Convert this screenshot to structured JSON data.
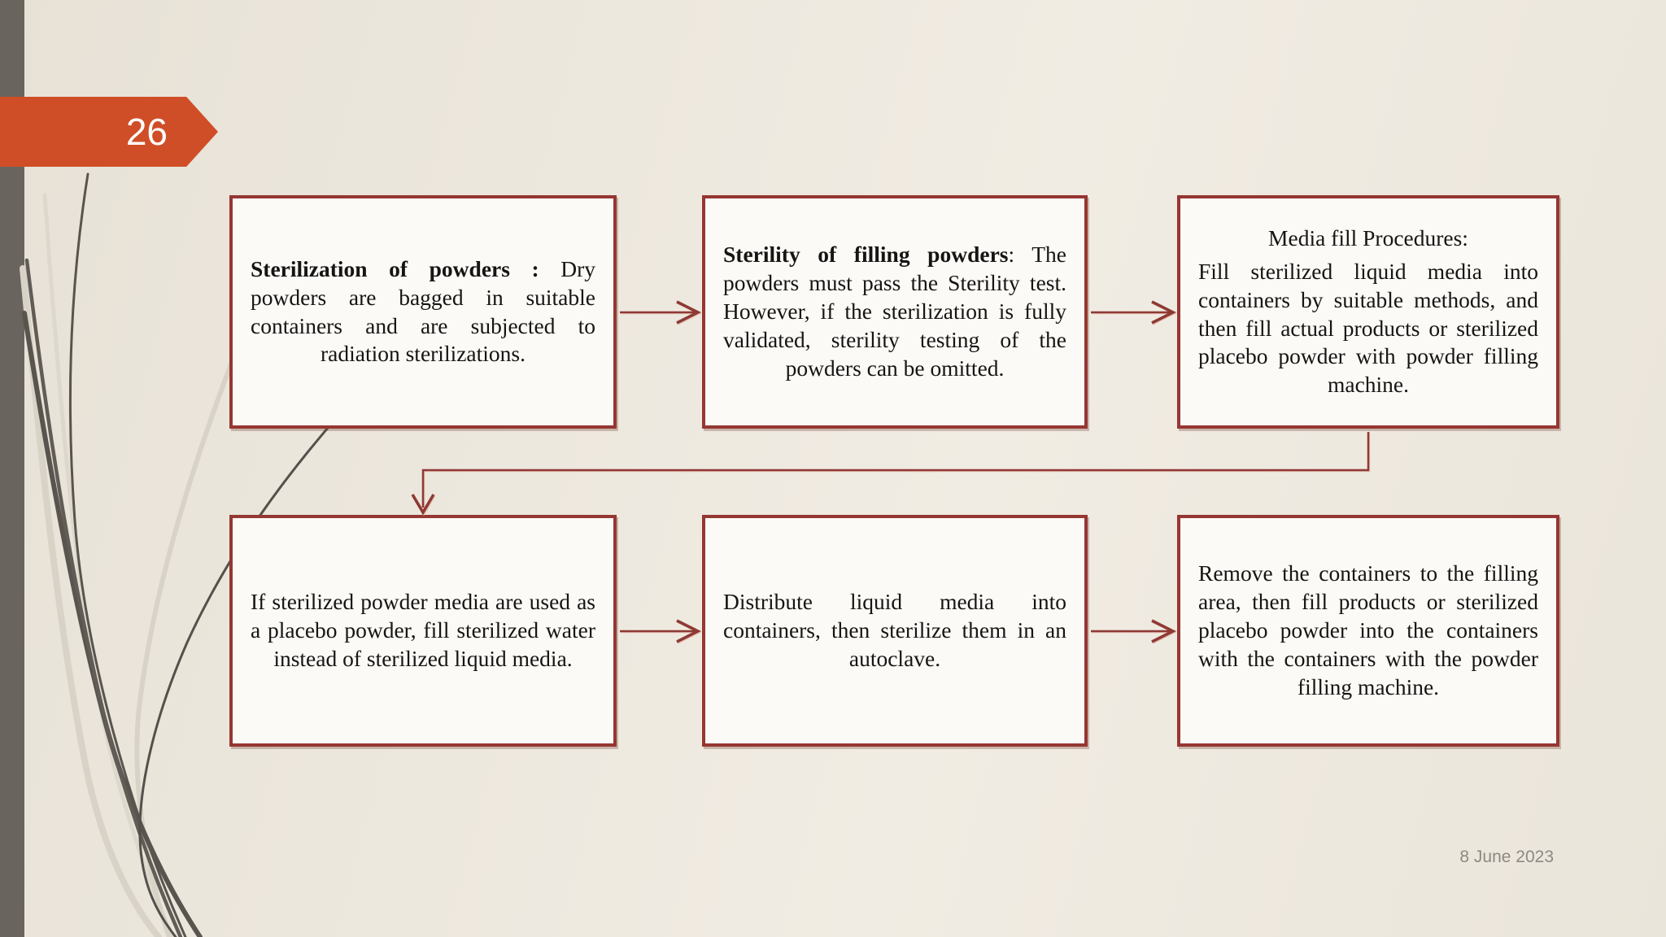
{
  "slide": {
    "page_number": "26",
    "date": "8 June 2023"
  },
  "flowchart": {
    "boxes": [
      {
        "id": "box1",
        "bold": "Sterilization of powders :",
        "body": " Dry powders are bagged in suitable containers and are subjected to radiation sterilizations."
      },
      {
        "id": "box2",
        "bold": "Sterility of filling powders",
        "body": ": The powders must pass the Sterility test. However, if the sterilization is fully validated, sterility testing of the powders can be omitted."
      },
      {
        "id": "box3",
        "heading": "Media fill Procedures:",
        "body": "Fill sterilized liquid media into containers by suitable methods, and then fill actual products or sterilized placebo powder with powder filling machine."
      },
      {
        "id": "box4",
        "body": "If sterilized powder media are used as a placebo powder, fill sterilized water instead of sterilized liquid media."
      },
      {
        "id": "box5",
        "body": "Distribute liquid media into containers, then sterilize them in an autoclave."
      },
      {
        "id": "box6",
        "body": "Remove the containers to the filling area, then fill products or sterilized placebo powder into the containers with the containers with the powder filling machine."
      }
    ],
    "connections": [
      {
        "from": "box1",
        "to": "box2",
        "type": "arrow-right"
      },
      {
        "from": "box2",
        "to": "box3",
        "type": "arrow-right"
      },
      {
        "from": "box3",
        "to": "box4",
        "type": "elbow-down-left-down"
      },
      {
        "from": "box4",
        "to": "box5",
        "type": "arrow-right"
      },
      {
        "from": "box5",
        "to": "box6",
        "type": "arrow-right"
      }
    ]
  },
  "colors": {
    "box_border": "#953732",
    "box_fill": "#fcfaf7",
    "connector": "#8d3a34",
    "banner_accent": "#d04e27",
    "left_edge_bar": "#6a645f",
    "background": "#ece7dd",
    "date_text": "#8d8983",
    "decor_dark_curve": "#59544e",
    "decor_light_curve": "#d9d3c7"
  }
}
